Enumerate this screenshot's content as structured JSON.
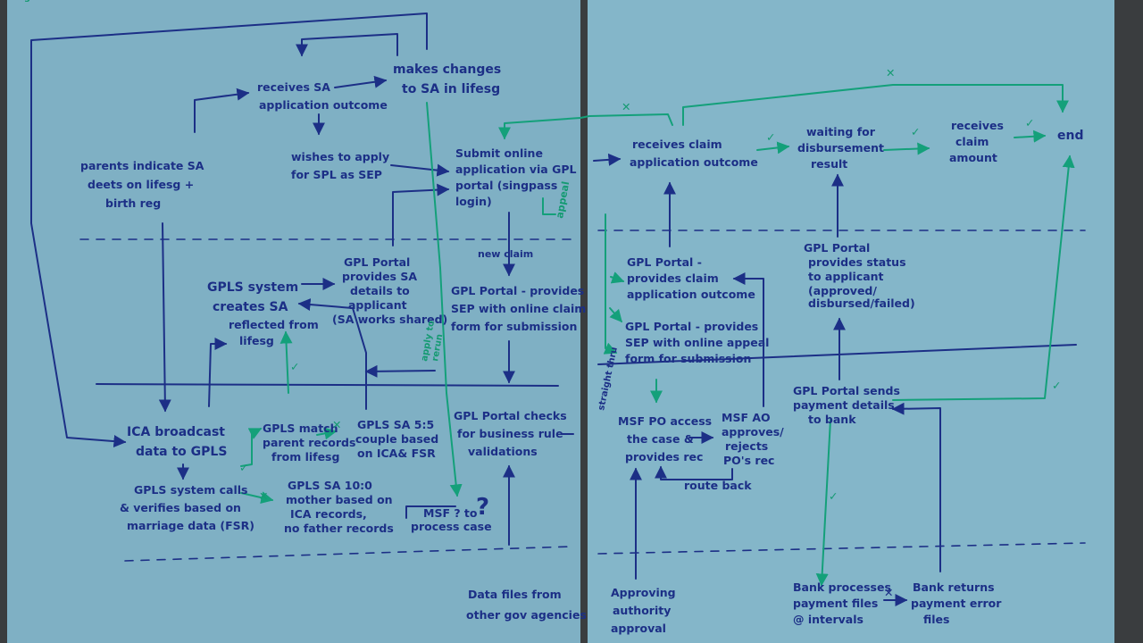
{
  "nodes": {
    "parents": [
      "parents indicate SA",
      "deets on lifesg +",
      "birth reg"
    ],
    "receives_sa": [
      "receives SA",
      "application outcome"
    ],
    "makes_changes": [
      "makes changes",
      "to SA in lifesg"
    ],
    "wishes": [
      "wishes to apply",
      "for SPL as SEP"
    ],
    "submit": [
      "Submit online",
      "application via GPL",
      "portal (singpass",
      "login)"
    ],
    "receives_claim": [
      "receives claim",
      "application outcome"
    ],
    "waiting": [
      "waiting for",
      "disbursement",
      "result"
    ],
    "receives_amount": [
      "receives",
      "claim",
      "amount"
    ],
    "end": "end",
    "gpls_creates": [
      "GPLS system",
      "creates SA",
      "reflected from",
      "lifesg"
    ],
    "portal_sa": [
      "GPL Portal",
      "provides SA",
      "details to",
      "applicant",
      "(SA works shared)"
    ],
    "portal_sep": [
      "GPL Portal - provides",
      "SEP with online claim",
      "form for submission"
    ],
    "portal_outcome": [
      "GPL Portal -",
      "provides claim",
      "application outcome"
    ],
    "portal_appeal": [
      "GPL Portal - provides",
      "SEP with online appeal",
      "form for submission"
    ],
    "portal_status": [
      "GPL Portal",
      "provides status",
      "to applicant",
      "(approved/",
      "disbursed/failed)"
    ],
    "ica": [
      "ICA broadcast",
      "data to GPLS"
    ],
    "gpls_match": [
      "GPLS match",
      "parent records",
      "from lifesg"
    ],
    "gpls_55": [
      "GPLS SA 5:5",
      "couple based",
      "on ICA& FSR"
    ],
    "portal_checks": [
      "GPL Portal checks",
      "for business rule",
      "validations"
    ],
    "msf_po": [
      "MSF PO access",
      "the case &",
      "provides rec"
    ],
    "msf_ao": [
      "MSF AO",
      "approves/",
      "rejects",
      "PO's rec"
    ],
    "route_back": "route back",
    "portal_sends": [
      "GPL Portal sends",
      "payment details",
      "to bank"
    ],
    "gpls_calls": [
      "GPLS system calls",
      "& verifies based on",
      "marriage data (FSR)"
    ],
    "gpls_100": [
      "GPLS SA 10:0",
      "mother based on",
      "ICA records,",
      "no father records"
    ],
    "msf_q": [
      "MSF ? to",
      "process case"
    ],
    "qmark": "?",
    "data_files": [
      "Data files from",
      "other gov agencies"
    ],
    "approving": [
      "Approving",
      "authority",
      "approval"
    ],
    "bank_processes": [
      "Bank processes",
      "payment files",
      "@ intervals"
    ],
    "bank_returns": [
      "Bank returns",
      "payment error",
      "files"
    ]
  },
  "edge_labels": {
    "new_claim": "new claim",
    "appeal": "appeal",
    "straight_thru": "straight thru",
    "change_rerun": [
      "change",
      "apply to",
      "rerun"
    ]
  },
  "marks": {
    "check": "✓",
    "cross": "✕"
  },
  "colors": {
    "ink_blue": "#1c2f86",
    "ink_green": "#14a07a",
    "board": "#7fb0c4"
  }
}
